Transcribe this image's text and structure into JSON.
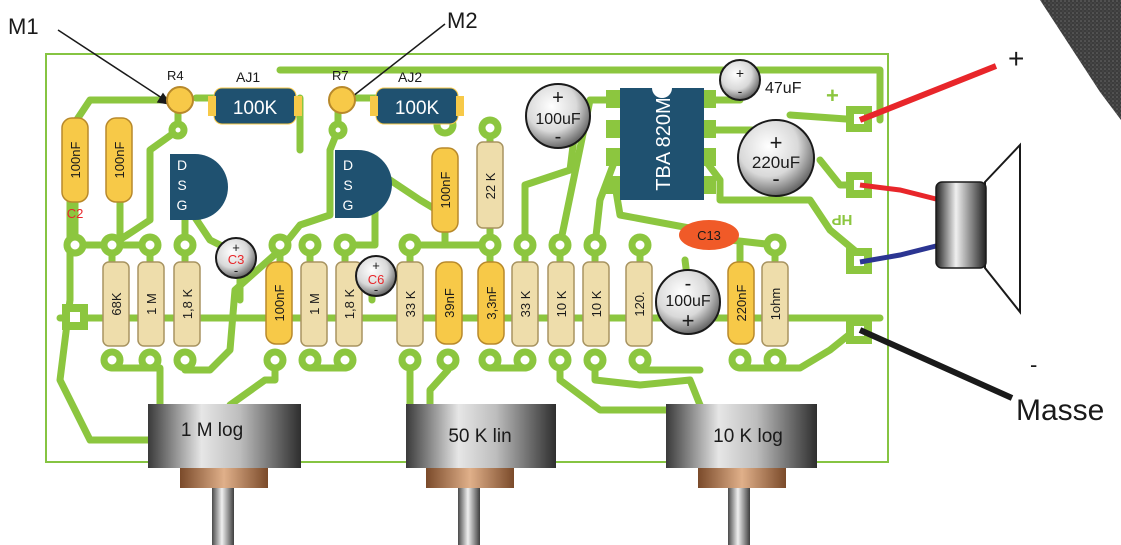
{
  "pointers": {
    "m1": "M1",
    "m2": "M2"
  },
  "resistors": {
    "r4": "R4",
    "r7": "R7",
    "r_68k": "68K",
    "r_1m_a": "1 M",
    "r_18k_a": "1,8 K",
    "r_1m_b": "1 M",
    "r_18k_b": "1,8 K",
    "r_33k_a": "33 K",
    "r_22k": "22 K",
    "r_33k_b": "33 K",
    "r_10k_a": "10 K",
    "r_10k_b": "10 K",
    "r_120": "120.",
    "r_1ohm": "1ohm"
  },
  "trimmers": {
    "aj1": "AJ1",
    "aj2": "AJ2",
    "aj1_value": "100K",
    "aj2_value": "100K"
  },
  "capacitors": {
    "c2_label": "C2",
    "c2_value": "100nF",
    "c_100nf_2": "100nF",
    "c_100nf_3": "100nF",
    "c_100nf_4": "100nF",
    "c_39nf": "39nF",
    "c_3_3nf": "3,3nF",
    "c_220nf": "220nF",
    "c3_label": "C3",
    "c6_label": "C6",
    "c13_label": "C13",
    "c_100uf_top": "100uF",
    "c_47uf": "47uF",
    "c_220uf": "220uF",
    "c_100uf_bottom": "100uF",
    "plus": "+",
    "minus": "-"
  },
  "transistors": {
    "pins": [
      "D",
      "S",
      "G"
    ]
  },
  "ic": {
    "name": "TBA 820M"
  },
  "pads": {
    "hp": "HP",
    "plus": "+"
  },
  "potentiometers": {
    "p1": "1 M log",
    "p2": "50 K lin",
    "p3": "10 K log"
  },
  "outputs": {
    "plus": "+",
    "minus": "-",
    "masse": "Masse"
  },
  "colors": {
    "board": "#86c442",
    "trace": "#8cc63f",
    "resistor": "#eeddab",
    "transistor": "#1f5170",
    "ic": "#1f5170",
    "wire_red": "#e8262a",
    "wire_blue": "#2b3592",
    "c13": "#f05a28"
  }
}
